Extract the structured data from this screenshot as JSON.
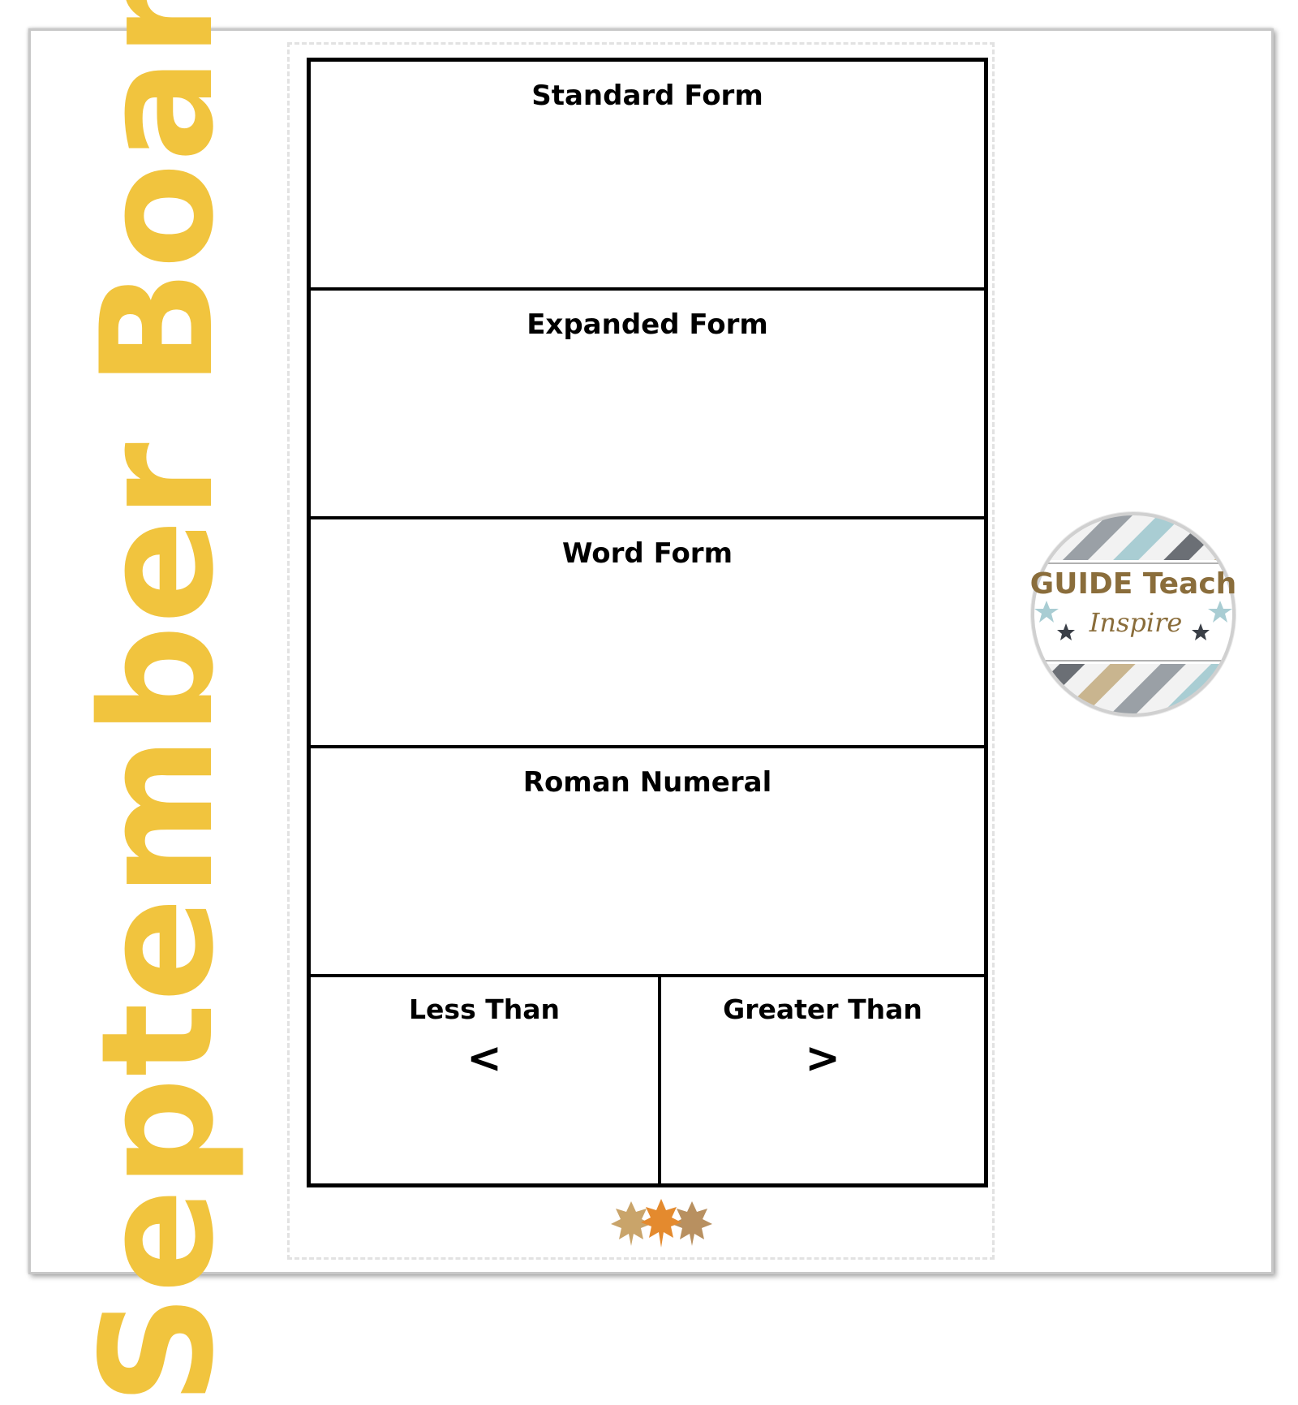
{
  "side_title": "September Board",
  "sections": [
    {
      "label": "Standard Form"
    },
    {
      "label": "Expanded Form"
    },
    {
      "label": "Word Form"
    },
    {
      "label": "Roman Numeral"
    }
  ],
  "comparison": {
    "less": {
      "label": "Less Than",
      "symbol": "<"
    },
    "greater": {
      "label": "Greater Than",
      "symbol": ">"
    }
  },
  "logo": {
    "line1": "GUIDE Teach",
    "line2": "Inspire"
  },
  "colors": {
    "title": "#f1c43e",
    "logo_text": "#8a6d3b"
  },
  "decorations": [
    "maple-leaves-icon",
    "star-icon"
  ]
}
